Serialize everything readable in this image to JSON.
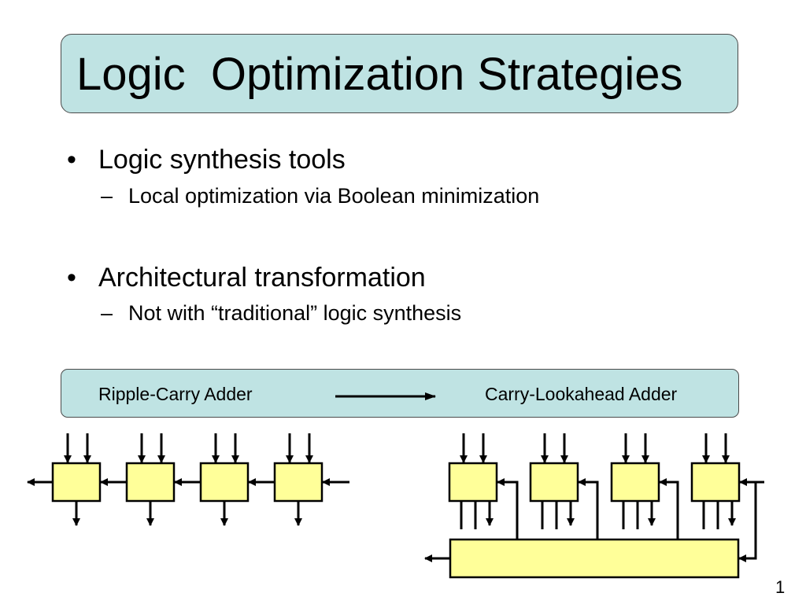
{
  "slide": {
    "title": "Logic  Optimization Strategies",
    "bullets": [
      {
        "marker": "•",
        "text": "Logic synthesis tools",
        "sub": {
          "marker": "–",
          "text": "Local optimization via Boolean minimization"
        }
      },
      {
        "marker": "•",
        "text": "Architectural transformation",
        "sub": {
          "marker": "–",
          "text": "Not with “traditional” logic synthesis"
        }
      }
    ],
    "banner": {
      "left_label": "Ripple-Carry Adder",
      "right_label": "Carry-Lookahead Adder"
    },
    "page_number": "1",
    "colors": {
      "title_fill": "#bfe3e3",
      "block_fill": "#ffff99",
      "line": "#000000"
    }
  }
}
